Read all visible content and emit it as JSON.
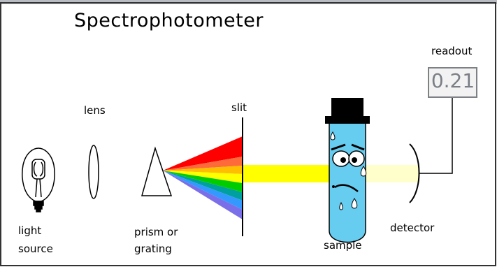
{
  "title": "Spectrophotometer",
  "labels": {
    "readout": "readout",
    "lens": "lens",
    "slit": "slit",
    "light": "light",
    "source": "source",
    "prism_line1": "prism or",
    "prism_line2": "grating",
    "detector": "detector",
    "sample": "sample"
  },
  "readout_value": "0.21",
  "icons": [
    "light-bulb-icon",
    "lens-icon",
    "prism-icon",
    "slit-icon",
    "test-tube-face-icon",
    "detector-icon"
  ],
  "colors": {
    "spectrum": [
      "#ff0000",
      "#ff6a3a",
      "#ffbe00",
      "#ffff00",
      "#00cc00",
      "#00a0a0",
      "#3399ff",
      "#7a6fe8"
    ],
    "beam": "#ffff00",
    "sample_liquid": "#66ccf0",
    "readout_text": "#7a7f86"
  }
}
